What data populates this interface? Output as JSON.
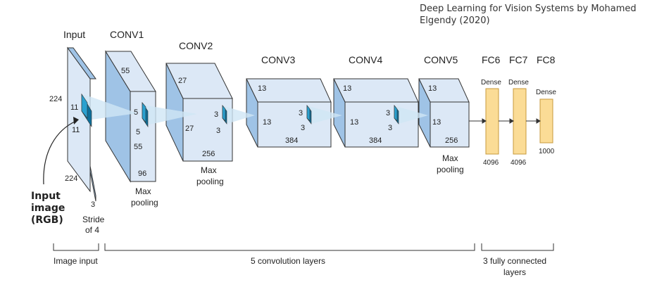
{
  "credit": "Deep Learning for Vision Systems by Mohamed Elgendy (2020)",
  "layers": {
    "input": {
      "title": "Input",
      "height": "224",
      "width": "224",
      "depth": "3",
      "kernel_h": "11",
      "kernel_w": "11",
      "stride": [
        "Stride",
        "of 4"
      ]
    },
    "conv1": {
      "title": "CONV1",
      "height": "55",
      "width": "55",
      "depth": "96",
      "kernel_h": "5",
      "kernel_w": "5",
      "pool": [
        "Max",
        "pooling"
      ]
    },
    "conv2": {
      "title": "CONV2",
      "height": "27",
      "width": "27",
      "depth": "256",
      "kernel_h": "3",
      "kernel_w": "3",
      "pool": [
        "Max",
        "pooling"
      ]
    },
    "conv3": {
      "title": "CONV3",
      "height": "13",
      "width": "13",
      "depth": "384",
      "kernel_h": "3",
      "kernel_w": "3"
    },
    "conv4": {
      "title": "CONV4",
      "height": "13",
      "width": "13",
      "depth": "384",
      "kernel_h": "3",
      "kernel_w": "3"
    },
    "conv5": {
      "title": "CONV5",
      "height": "13",
      "width": "13",
      "depth": "256",
      "pool": [
        "Max",
        "pooling"
      ]
    },
    "fc6": {
      "title": "FC6",
      "type": "Dense",
      "size": "4096"
    },
    "fc7": {
      "title": "FC7",
      "type": "Dense",
      "size": "4096"
    },
    "fc8": {
      "title": "FC8",
      "type": "Dense",
      "size": "1000"
    }
  },
  "input_image_label": [
    "Input",
    "image",
    "(RGB)"
  ],
  "groups": {
    "image_input": [
      "Image input"
    ],
    "conv_layers": [
      "5 convolution layers"
    ],
    "fc_layers": [
      "3 fully connected",
      "layers"
    ]
  },
  "colors": {
    "front": "#dce8f6",
    "side": "#9fc3e6",
    "kernel_front": "#2aa0cf",
    "kernel_side": "#0d6f9a",
    "dense": "#fbdc96",
    "dense_stroke": "#c79a3c",
    "cone": "#cfe6f5",
    "stroke": "#333333"
  }
}
